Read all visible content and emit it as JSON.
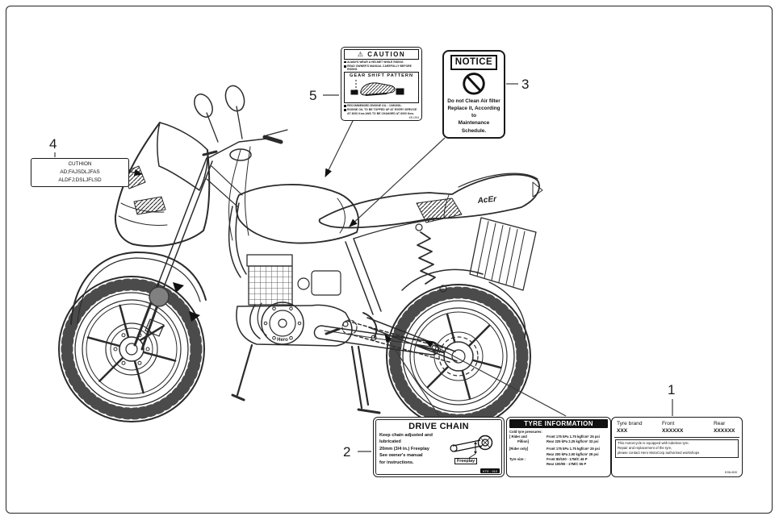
{
  "icons": {
    "warning": "⚠"
  },
  "callouts": {
    "c1": "1",
    "c2": "2",
    "c3": "3",
    "c4": "4",
    "c5": "5"
  },
  "bike": {
    "engine_brand": "Hero",
    "model_logo": "AcEr"
  },
  "labels": {
    "caution_gear": {
      "header": "CAUTION",
      "bullets_top": [
        "ALWAYS WEAR A HELMET WHILE RIDING.",
        "READ OWNER'S MANUAL CAREFULLY BEFORE RIDING."
      ],
      "section_title": "GEAR SHIFT PATTERN",
      "bullets_bottom": [
        "RECOMMENDED ENGINE OIL : 10W30SL.",
        "ENGINE OIL TO BE TOPPED UP AT EVERY SERVICE AT 3000 Kms AND TO BE CHANGED AT 6000 Kms."
      ],
      "code": "KEJ-904"
    },
    "notice": {
      "header": "NOTICE",
      "lines": [
        "Do not Clean Air filter",
        "Replace it, According to",
        "Maintenance Schedule."
      ]
    },
    "caution_front": {
      "lines": [
        "CUTHION",
        "AD;FAJSDLJFAS",
        "ALDFJ;DSLJFLSD"
      ]
    },
    "drive_chain": {
      "title": "DRIVE CHAIN",
      "lines": [
        "Keep chain adjusted and lubricated",
        "20mm (3/4 in.) Freeplay",
        "See owner's manual",
        "for instructions."
      ],
      "freeplay": "Freeplay",
      "code": "KTE - 910"
    },
    "tyre_info": {
      "header": "TYRE INFORMATION",
      "pressure_title": "Cold tyre pressures:",
      "rows": [
        {
          "label1": "[ Rider and",
          "label2": "Pillion]",
          "line1": "Front 175 kPa 1.75 kgf/cm² 25 psi",
          "line2": "Rear 225 kPa 2.25 kgf/cm² 33 psi"
        },
        {
          "label1": "[Rider only]",
          "label2": "",
          "line1": "Front 175 kPa 1.75 kgf/cm² 25 psi",
          "line2": "Rear 200 kPa 2.00 kgf/cm² 29 psi"
        },
        {
          "label1": "Tyre size :",
          "label2": "",
          "line1": "Front 80/100 - 17M/C 46 P",
          "line2": "Rear 100/90 - 17M/C 55 P"
        }
      ]
    },
    "tyre_brand": {
      "headers": [
        "Tyre brand",
        "Front",
        "Rear"
      ],
      "values": [
        "XXX",
        "XXXXXX",
        "XXXXXX"
      ],
      "note": [
        "This motorcycle is equipped with tubeless tyre.",
        "Repair and replacement of the tyre,",
        "please contact Hero MotoCorp authorised workshops"
      ],
      "code": "K96-600"
    }
  }
}
